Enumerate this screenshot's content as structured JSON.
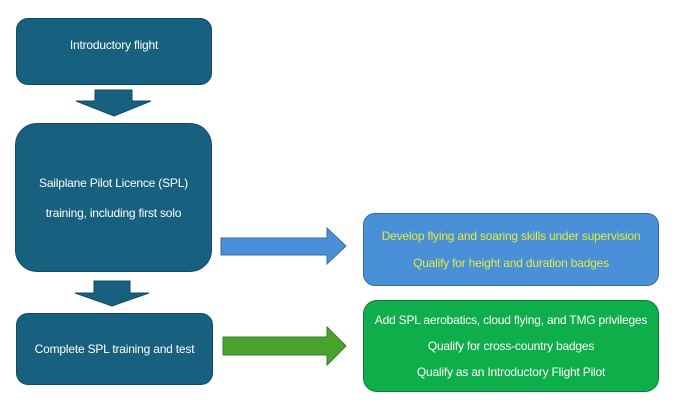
{
  "diagram": {
    "steps": [
      {
        "id": "intro",
        "lines": [
          "Introductory flight"
        ]
      },
      {
        "id": "spl",
        "lines": [
          "Sailplane Pilot Licence (SPL)",
          "training, including first solo"
        ]
      },
      {
        "id": "complete",
        "lines": [
          "Complete SPL training and test"
        ]
      }
    ],
    "outcomes": [
      {
        "id": "blue",
        "from": "spl",
        "lines": [
          "Develop flying and soaring skills under supervision",
          "Qualify for height and duration badges"
        ]
      },
      {
        "id": "green",
        "from": "complete",
        "lines": [
          "Add SPL aerobatics, cloud flying, and TMG privileges",
          "Qualify for cross-country badges",
          "Qualify as an Introductory Flight Pilot"
        ]
      }
    ],
    "colors": {
      "step_fill": "#17607f",
      "step_text": "#ffffff",
      "down_arrow": "#17607f",
      "blue_fill": "#4a90d9",
      "blue_text": "#e4ec3a",
      "blue_arrow": "#4a90d9",
      "green_fill": "#0eae4a",
      "green_text": "#ffffff",
      "green_arrow": "#4aa32e"
    }
  }
}
